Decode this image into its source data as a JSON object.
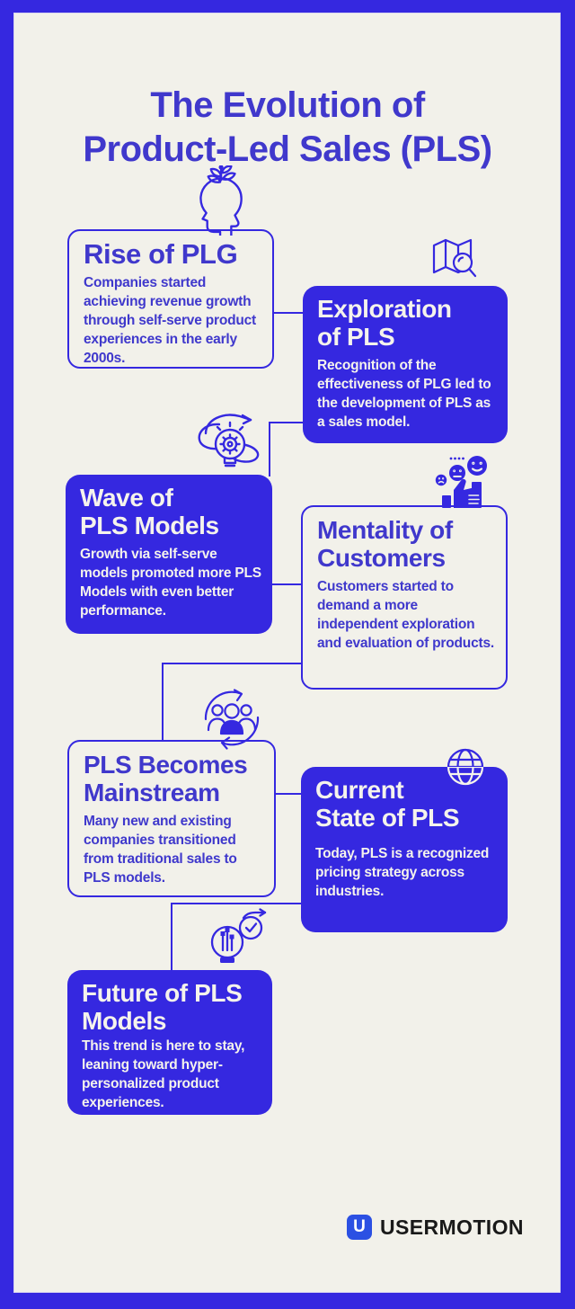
{
  "page": {
    "title_lines": [
      "The Evolution of",
      "Product-Led Sales (PLS)"
    ]
  },
  "colors": {
    "frame_blue": "#3528E0",
    "background_cream": "#F2F1EA",
    "title_blue": "#4038CC",
    "box_text_light": "#F5F3EC",
    "logo_blue": "#2B50E3",
    "footer_text": "#191919"
  },
  "timeline": {
    "boxes": [
      {
        "id": "rise-of-plg",
        "style": "outline",
        "icon": "head-plant-icon",
        "title_lines": [
          "Rise of PLG"
        ],
        "body": "Companies started achieving revenue growth through self-serve product experiences in the early 2000s."
      },
      {
        "id": "exploration-of-pls",
        "style": "filled",
        "icon": "map-search-icon",
        "title_lines": [
          "Exploration",
          "of PLS"
        ],
        "body": "Recognition of the effectiveness of PLG led to the development of PLS as a sales model."
      },
      {
        "id": "wave-of-pls-models",
        "style": "filled",
        "icon": "bulb-gear-arrow-icon",
        "title_lines": [
          "Wave of",
          "PLS Models"
        ],
        "body": "Growth via self-serve models promoted more PLS Models with even better performance."
      },
      {
        "id": "mentality-of-customers",
        "style": "outline",
        "icon": "feedback-faces-icon",
        "title_lines": [
          "Mentality of",
          "Customers"
        ],
        "body": "Customers started to demand a more independent exploration and evaluation of products."
      },
      {
        "id": "pls-becomes-mainstream",
        "style": "outline",
        "icon": "people-cycle-icon",
        "title_lines": [
          "PLS Becomes",
          "Mainstream"
        ],
        "body": "Many new and existing companies transitioned from traditional sales to PLS models."
      },
      {
        "id": "current-state-of-pls",
        "style": "filled",
        "icon": "globe-icon",
        "title_lines": [
          "Current",
          "State of PLS"
        ],
        "body": "Today, PLS is a recognized pricing strategy across industries."
      },
      {
        "id": "future-of-pls-models",
        "style": "filled",
        "icon": "future-bulb-clock-icon",
        "title_lines": [
          "Future of PLS",
          "Models"
        ],
        "body": "This trend is here to stay, leaning toward hyper-personalized product experiences."
      }
    ]
  },
  "footer": {
    "logo_letter": "U",
    "brand": "USERMOTION"
  }
}
